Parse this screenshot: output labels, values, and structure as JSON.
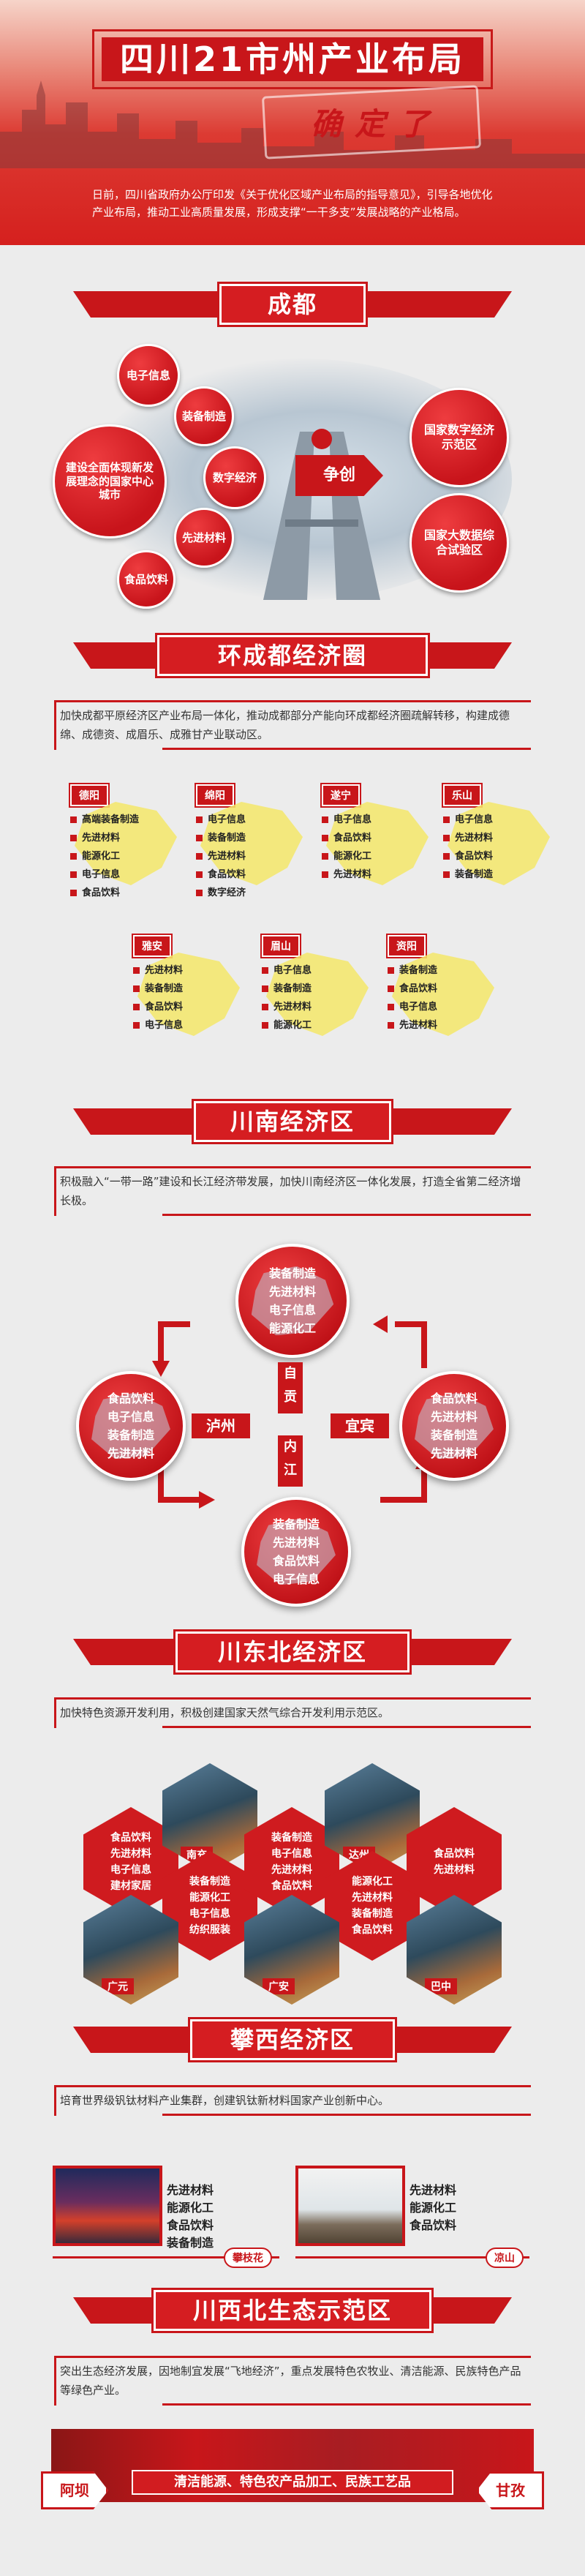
{
  "header": {
    "title": "四川21市州产业布局",
    "stamp": "确定了",
    "intro": "日前，四川省政府办公厅印发《关于优化区域产业布局的指导意见》，引导各地优化产业布局，推动工业高质量发展，形成支撑“一干多支”发展战略的产业格局。"
  },
  "chengdu": {
    "title": "成都",
    "circles": [
      "电子信息",
      "装备制造",
      "建设全面体现新发展理念的国家中心城市",
      "数字经济",
      "先进材料",
      "食品饮料",
      "国家数字经济示范区",
      "国家大数据综合试验区"
    ],
    "arrow": "争创"
  },
  "huan_chengdu": {
    "title": "环成都经济圈",
    "text": "加快成都平原经济区产业布局一体化，推动成都部分产能向环成都经济圈疏解转移，构建成德绵、成德资、成眉乐、成雅甘产业联动区。",
    "cities": [
      {
        "name": "德阳",
        "items": [
          "高端装备制造",
          "先进材料",
          "能源化工",
          "电子信息",
          "食品饮料"
        ]
      },
      {
        "name": "绵阳",
        "items": [
          "电子信息",
          "装备制造",
          "先进材料",
          "食品饮料",
          "数字经济"
        ]
      },
      {
        "name": "遂宁",
        "items": [
          "电子信息",
          "食品饮料",
          "能源化工",
          "先进材料"
        ]
      },
      {
        "name": "乐山",
        "items": [
          "电子信息",
          "先进材料",
          "食品饮料",
          "装备制造"
        ]
      },
      {
        "name": "雅安",
        "items": [
          "先进材料",
          "装备制造",
          "食品饮料",
          "电子信息"
        ]
      },
      {
        "name": "眉山",
        "items": [
          "电子信息",
          "装备制造",
          "先进材料",
          "能源化工"
        ]
      },
      {
        "name": "资阳",
        "items": [
          "装备制造",
          "食品饮料",
          "电子信息",
          "先进材料"
        ]
      }
    ]
  },
  "chuannan": {
    "title": "川南经济区",
    "text": "积极融入“一带一路”建设和长江经济带发展，加快川南经济区一体化发展，打造全省第二经济增长极。",
    "blobs": [
      {
        "items": [
          "装备制造",
          "先进材料",
          "电子信息",
          "能源化工"
        ]
      },
      {
        "items": [
          "食品饮料",
          "电子信息",
          "装备制造",
          "先进材料"
        ]
      },
      {
        "items": [
          "食品饮料",
          "先进材料",
          "装备制造",
          "先进材料"
        ]
      },
      {
        "items": [
          "装备制造",
          "先进材料",
          "食品饮料",
          "电子信息"
        ]
      }
    ],
    "labels": {
      "zigong": "自贡",
      "luzhou": "泸州",
      "yibin": "宜宾",
      "neijiang": "内江"
    }
  },
  "chuandongbei": {
    "title": "川东北经济区",
    "text": "加快特色资源开发利用，积极创建国家天然气综合开发利用示范区。",
    "hexes": [
      {
        "items": [
          "食品饮料",
          "先进材料",
          "电子信息",
          "建材家居"
        ]
      },
      {
        "items": [
          "装备制造",
          "能源化工",
          "电子信息",
          "纺织服装"
        ]
      },
      {
        "items": [
          "装备制造",
          "电子信息",
          "先进材料",
          "食品饮料"
        ]
      },
      {
        "items": [
          "能源化工",
          "先进材料",
          "装备制造",
          "食品饮料"
        ]
      },
      {
        "items": [
          "食品饮料",
          "先进材料"
        ]
      }
    ],
    "labels": [
      "南充",
      "达州",
      "广元",
      "广安",
      "巴中"
    ]
  },
  "panxi": {
    "title": "攀西经济区",
    "text": "培育世界级钒钛材料产业集群，创建钒钛新材料国家产业创新中心。",
    "left": {
      "items": [
        "先进材料",
        "能源化工",
        "食品饮料",
        "装备制造"
      ],
      "city": "攀枝花"
    },
    "right": {
      "items": [
        "先进材料",
        "能源化工",
        "食品饮料"
      ],
      "city": "凉山"
    }
  },
  "chuanxibei": {
    "title": "川西北生态示范区",
    "text": "突出生态经济发展，因地制宜发展“飞地经济”，重点发展特色农牧业、清洁能源、民族特色产品等绿色产业。",
    "banner": "清洁能源、特色农产品加工、民族工艺品",
    "left": "阿坝",
    "right": "甘孜"
  },
  "colors": {
    "primary": "#c8161a",
    "background": "#ececec",
    "highlight": "#f4e86a"
  }
}
